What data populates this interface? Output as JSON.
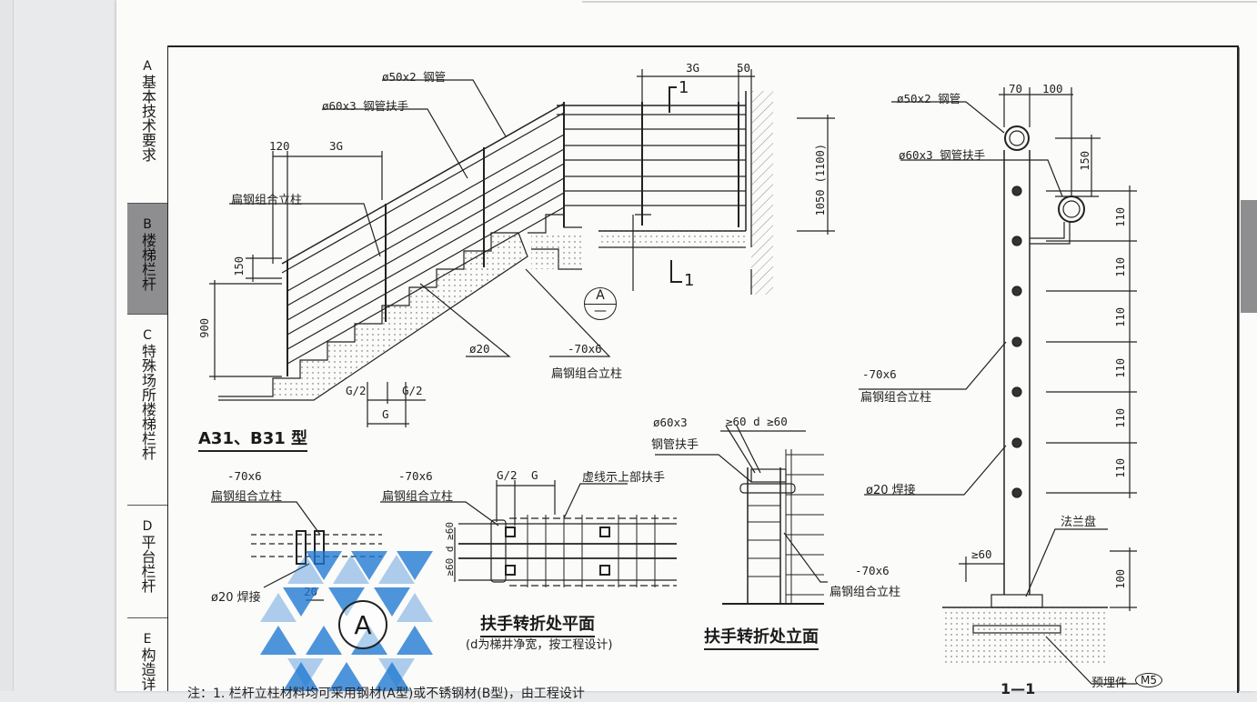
{
  "sidebar": {
    "items": [
      {
        "letter": "A",
        "label": "基本技术要求",
        "active": false
      },
      {
        "letter": "B",
        "label": "楼梯栏杆",
        "active": true
      },
      {
        "letter": "C",
        "label": "特殊场所楼梯栏杆",
        "active": false
      },
      {
        "letter": "D",
        "label": "平台栏杆",
        "active": false
      },
      {
        "letter": "E",
        "label": "构造详",
        "active": false
      }
    ]
  },
  "drawing": {
    "main": {
      "pipe_label": "ø50x2 钢管",
      "handrail_label": "ø60x3 钢管扶手",
      "dim_120": "120",
      "dim_3g": "3G",
      "flat_steel_label": "扁钢组合立柱",
      "dim_150": "150",
      "dim_900": "900",
      "g_half_1": "G/2",
      "g_half_2": "G/2",
      "g": "G",
      "rod_label": "ø20",
      "flat_size": "-70x6",
      "flat_steel_label2": "扁钢组合立柱",
      "type_title": "A31、B31 型"
    },
    "side": {
      "dim_3g": "3G",
      "dim_50": "50",
      "section_mark": "1",
      "height_dim": "1050 (1100)",
      "circle_a": "A"
    },
    "section": {
      "pipe_label": "ø50x2 钢管",
      "dim_70": "70",
      "dim_100": "100",
      "handrail_label": "ø60x3 钢管扶手",
      "dim_150": "150",
      "spacing": [
        "110",
        "110",
        "110",
        "110",
        "110",
        "110"
      ],
      "flat_size": "-70x6",
      "flat_label": "扁钢组合立柱",
      "weld_label": "ø20 焊接",
      "flange_label": "法兰盘",
      "dim_ge60": "≥60",
      "dim_100b": "100",
      "embed_label": "预埋件",
      "embed_code": "M5",
      "section_title": "1—1"
    },
    "detail_a": {
      "flat_size": "-70x6",
      "flat_label": "扁钢组合立柱",
      "weld_label": "ø20 焊接",
      "dim_20": "20",
      "circle": "A"
    },
    "plan": {
      "flat_size": "-70x6",
      "flat_label": "扁钢组合立柱",
      "g_half": "G/2",
      "g": "G",
      "dashed_note": "虚线示上部扶手",
      "dim_left": "≥60 d ≥60",
      "title": "扶手转折处平面",
      "subtitle": "(d为梯井净宽，按工程设计)"
    },
    "elevation": {
      "handrail_size": "ø60x3",
      "handrail_label": "钢管扶手",
      "dims": "≥60  d  ≥60",
      "flat_size": "-70x6",
      "flat_label": "扁钢组合立柱",
      "title": "扶手转折处立面"
    },
    "note": "注：1. 栏杆立柱材料均可采用钢材(A型)或不锈钢材(B型)，由工程设计"
  },
  "colors": {
    "page": "#fbfbfa",
    "ink": "#1a1a1a",
    "active_tab": "#8e8e90",
    "watermark": "#1e78d2"
  }
}
